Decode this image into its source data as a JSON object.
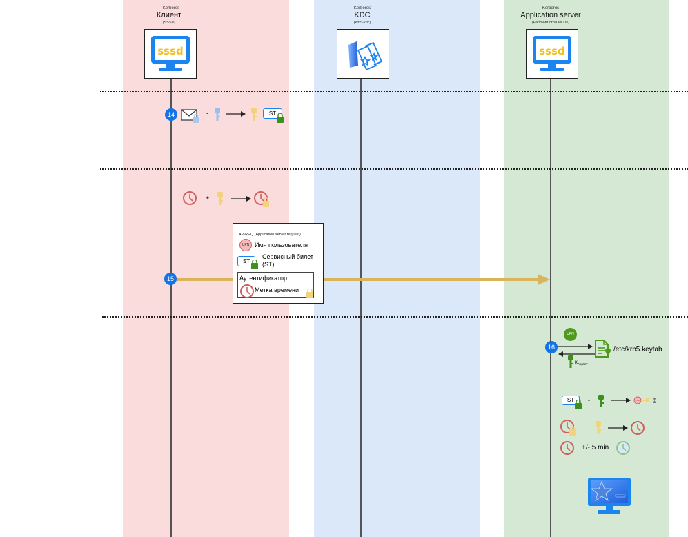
{
  "lanes": [
    {
      "id": "client",
      "kicker": "Kerberos",
      "title": "Клиент",
      "subtitle": "(SSSD)",
      "icon": "sssd-monitor-icon",
      "color": "#fadcdd"
    },
    {
      "id": "kdc",
      "kicker": "Kerberos",
      "title": "KDC",
      "subtitle": "(krb5-kdc)",
      "icon": "server-tickets-icon",
      "color": "#dae8f9"
    },
    {
      "id": "app",
      "kicker": "Kerberos",
      "title": "Application server",
      "subtitle": "(Рабочий стол на ПК)",
      "icon": "sssd-monitor-icon",
      "color": "#d5e8d4"
    }
  ],
  "icons": {
    "sssd_text": "sssd"
  },
  "steps": {
    "s14": {
      "number": "14",
      "minus": "-",
      "comma": ","
    },
    "s14b": {
      "plus": "+"
    },
    "s15": {
      "number": "15"
    },
    "s16": {
      "number": "16",
      "upn": "UPN",
      "keytab": "/etc/krb5.keytab",
      "key_label": "K",
      "key_sub": "AppSrv"
    },
    "s16b": {
      "minus": "-"
    },
    "s16c": {
      "minus": "-"
    },
    "s16d": {
      "tolerance": "+/- 5 min"
    }
  },
  "ap_req": {
    "title": "AP-REQ  (Application server request)",
    "upn_badge": "UPN",
    "username": "Имя пользователя",
    "st_badge": "ST",
    "ticket_line1": "Сервисный билет",
    "ticket_line2": "(ST)",
    "authenticator": "Аутентификатор",
    "timestamp": "Метка времени"
  },
  "badges": {
    "st": "ST"
  },
  "colors": {
    "step_blue": "#1473e6",
    "arrow_gold": "#d9b45a",
    "lock_green": "#3f8f1f",
    "key_yellow": "#f2d27a",
    "clock_red": "#d06060",
    "clock_green": "#8fc48a",
    "green_icon": "#4e9a1f"
  }
}
